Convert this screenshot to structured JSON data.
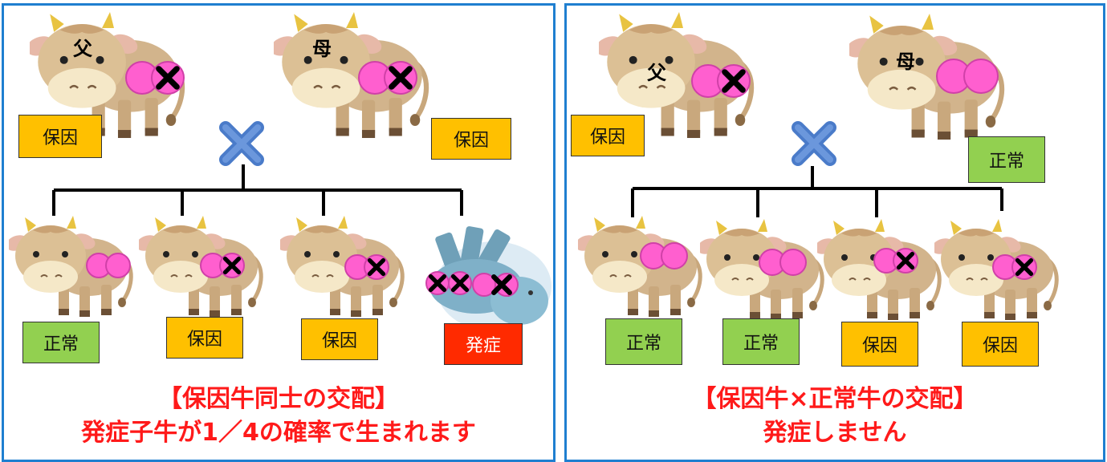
{
  "panels": [
    {
      "father_label": "父",
      "mother_label": "母",
      "father_status": "保因",
      "mother_status": "保因",
      "offspring": [
        "正常",
        "保因",
        "保因",
        "発症"
      ],
      "caption_line1": "【保因牛同士の交配】",
      "caption_line2": "発症子牛が1／4の確率で生まれます"
    },
    {
      "father_label": "父",
      "mother_label": "母",
      "father_status": "保因",
      "mother_status": "正常",
      "offspring": [
        "正常",
        "正常",
        "保因",
        "保因"
      ],
      "caption_line1": "【保因牛×正常牛の交配】",
      "caption_line2": "発症しません"
    }
  ],
  "colors": {
    "carrier": "#ffc000",
    "normal": "#92d050",
    "affected": "#ff2a00",
    "caption": "#ff1a1a",
    "border": "#1f7fd0",
    "cross_mark": "#4a7bc9",
    "gene_pink": "#ff5fcf",
    "cow_body": "#d2b48c"
  },
  "icons": [
    "cow-icon",
    "cross-mark-icon",
    "gene-x-icon",
    "fallen-calf-icon"
  ]
}
